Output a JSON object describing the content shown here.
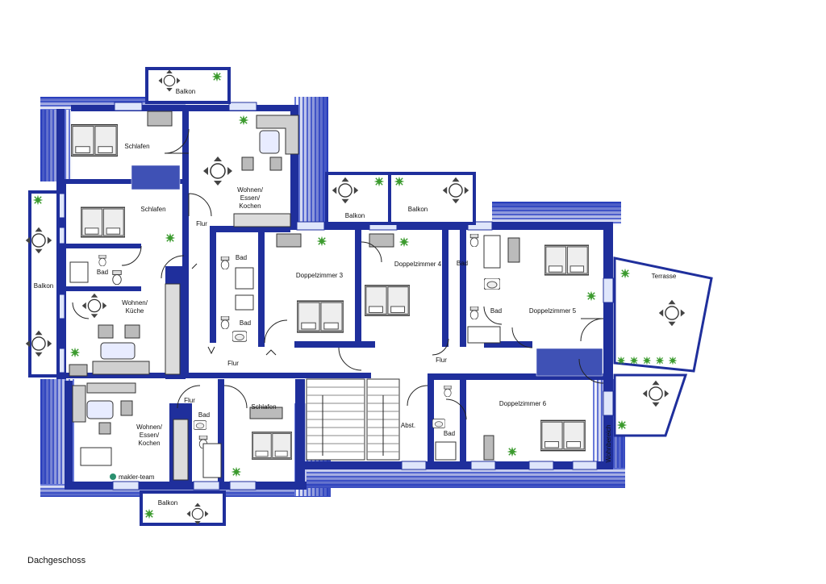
{
  "caption": "Dachgeschoss",
  "rooms": {
    "balkon_top": "Balkon",
    "schlafen_nw1": "Schlafen",
    "wohnen_nw": [
      "Wohnen/",
      "Essen/",
      "Kochen"
    ],
    "balkon_d3": "Balkon",
    "balkon_d4": "Balkon",
    "schlafen_w2": "Schlafen",
    "flur_w": "Flur",
    "bad_w1": "Bad",
    "bad_w2": "Bad",
    "doppelzimmer_3": "Doppelzimmer 3",
    "doppelzimmer_4": "Doppelzimmer 4",
    "bad_e1": "Bad",
    "bad_e2": "Bad",
    "doppelzimmer_5": "Doppelzimmer 5",
    "terrasse": "Terrasse",
    "balkon_west": "Balkon",
    "bad_west": "Bad",
    "wohnen_kueche": [
      "Wohnen/",
      "Küche"
    ],
    "flur_center": "Flur",
    "flur_east": "Flur",
    "flur_sw": "Flur",
    "bad_sw": "Bad",
    "schlafen_s": "Schlafen",
    "wohnen_sw": [
      "Wohnen/",
      "Essen/",
      "Kochen"
    ],
    "abst": "Abst.",
    "bad_se": "Bad",
    "doppelzimmer_6": "Doppelzimmer 6",
    "balkon_bottom": "Balkon",
    "stair_note": "Wohnbereich",
    "logo_text": "makler-team"
  },
  "colors": {
    "wall": "#1f2f9c",
    "wall_dark": "#0c1a7a",
    "slope": "#2b43c9",
    "glass": "#9fb2f0",
    "floor": "#ffffff",
    "furniture": "#8a8a8a",
    "plant": "#3c9b2f",
    "logo": "#2a8f6e"
  }
}
